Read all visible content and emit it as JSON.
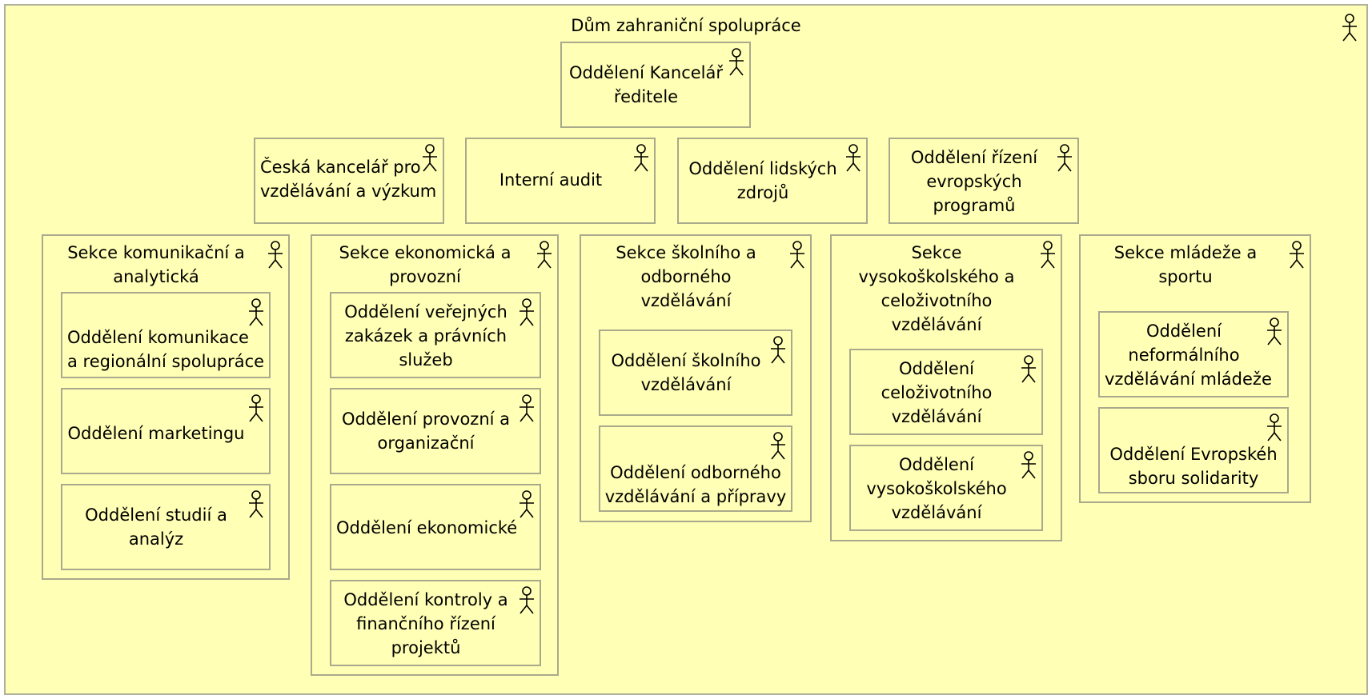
{
  "diagram": {
    "root": {
      "name": "Dům zahraniční spolupráce"
    },
    "director_office": {
      "name": "Oddělení Kancelář\nředitele"
    },
    "top_units": [
      {
        "name": "Česká kancelář pro\nvzdělávání a výzkum"
      },
      {
        "name": "Interní audit"
      },
      {
        "name": "Oddělení lidských\nzdrojů"
      },
      {
        "name": "Oddělení řízení\nevropských\nprogramů"
      }
    ],
    "sections": [
      {
        "name": "Sekce komunikační a\nanalytická",
        "departments": [
          {
            "name": "Oddělení komunikace\na regionální spolupráce"
          },
          {
            "name": "Oddělení marketingu"
          },
          {
            "name": "Oddělení studií a\nanalýz"
          }
        ]
      },
      {
        "name": "Sekce ekonomická a\nprovozní",
        "departments": [
          {
            "name": "Oddělení veřejných\nzakázek a právních\nslužeb"
          },
          {
            "name": "Oddělení provozní a\norganizační"
          },
          {
            "name": "Oddělení ekonomické"
          },
          {
            "name": "Oddělení kontroly a\nfinančního řízení\nprojektů"
          }
        ]
      },
      {
        "name": "Sekce školního a\nodborného\nvzdělávání",
        "departments": [
          {
            "name": "Oddělení školního\nvzdělávání"
          },
          {
            "name": "Oddělení odborného\nvzdělávání a přípravy"
          }
        ]
      },
      {
        "name": "Sekce\nvysokoškolského a\nceloživotního\nvzdělávání",
        "departments": [
          {
            "name": "Oddělení\nceloživotního\nvzdělávání"
          },
          {
            "name": "Oddělení\nvysokoškolského\nvzdělávání"
          }
        ]
      },
      {
        "name": "Sekce mládeže a\nsportu",
        "departments": [
          {
            "name": "Oddělení\nneformálního\nvzdělávání mládeže"
          },
          {
            "name": "Oddělení Evropskéh\nsboru solidarity"
          }
        ]
      }
    ],
    "element_icon": "actor-icon",
    "colors": {
      "fill": "#ffffb5",
      "border": "#a9a98d"
    }
  }
}
